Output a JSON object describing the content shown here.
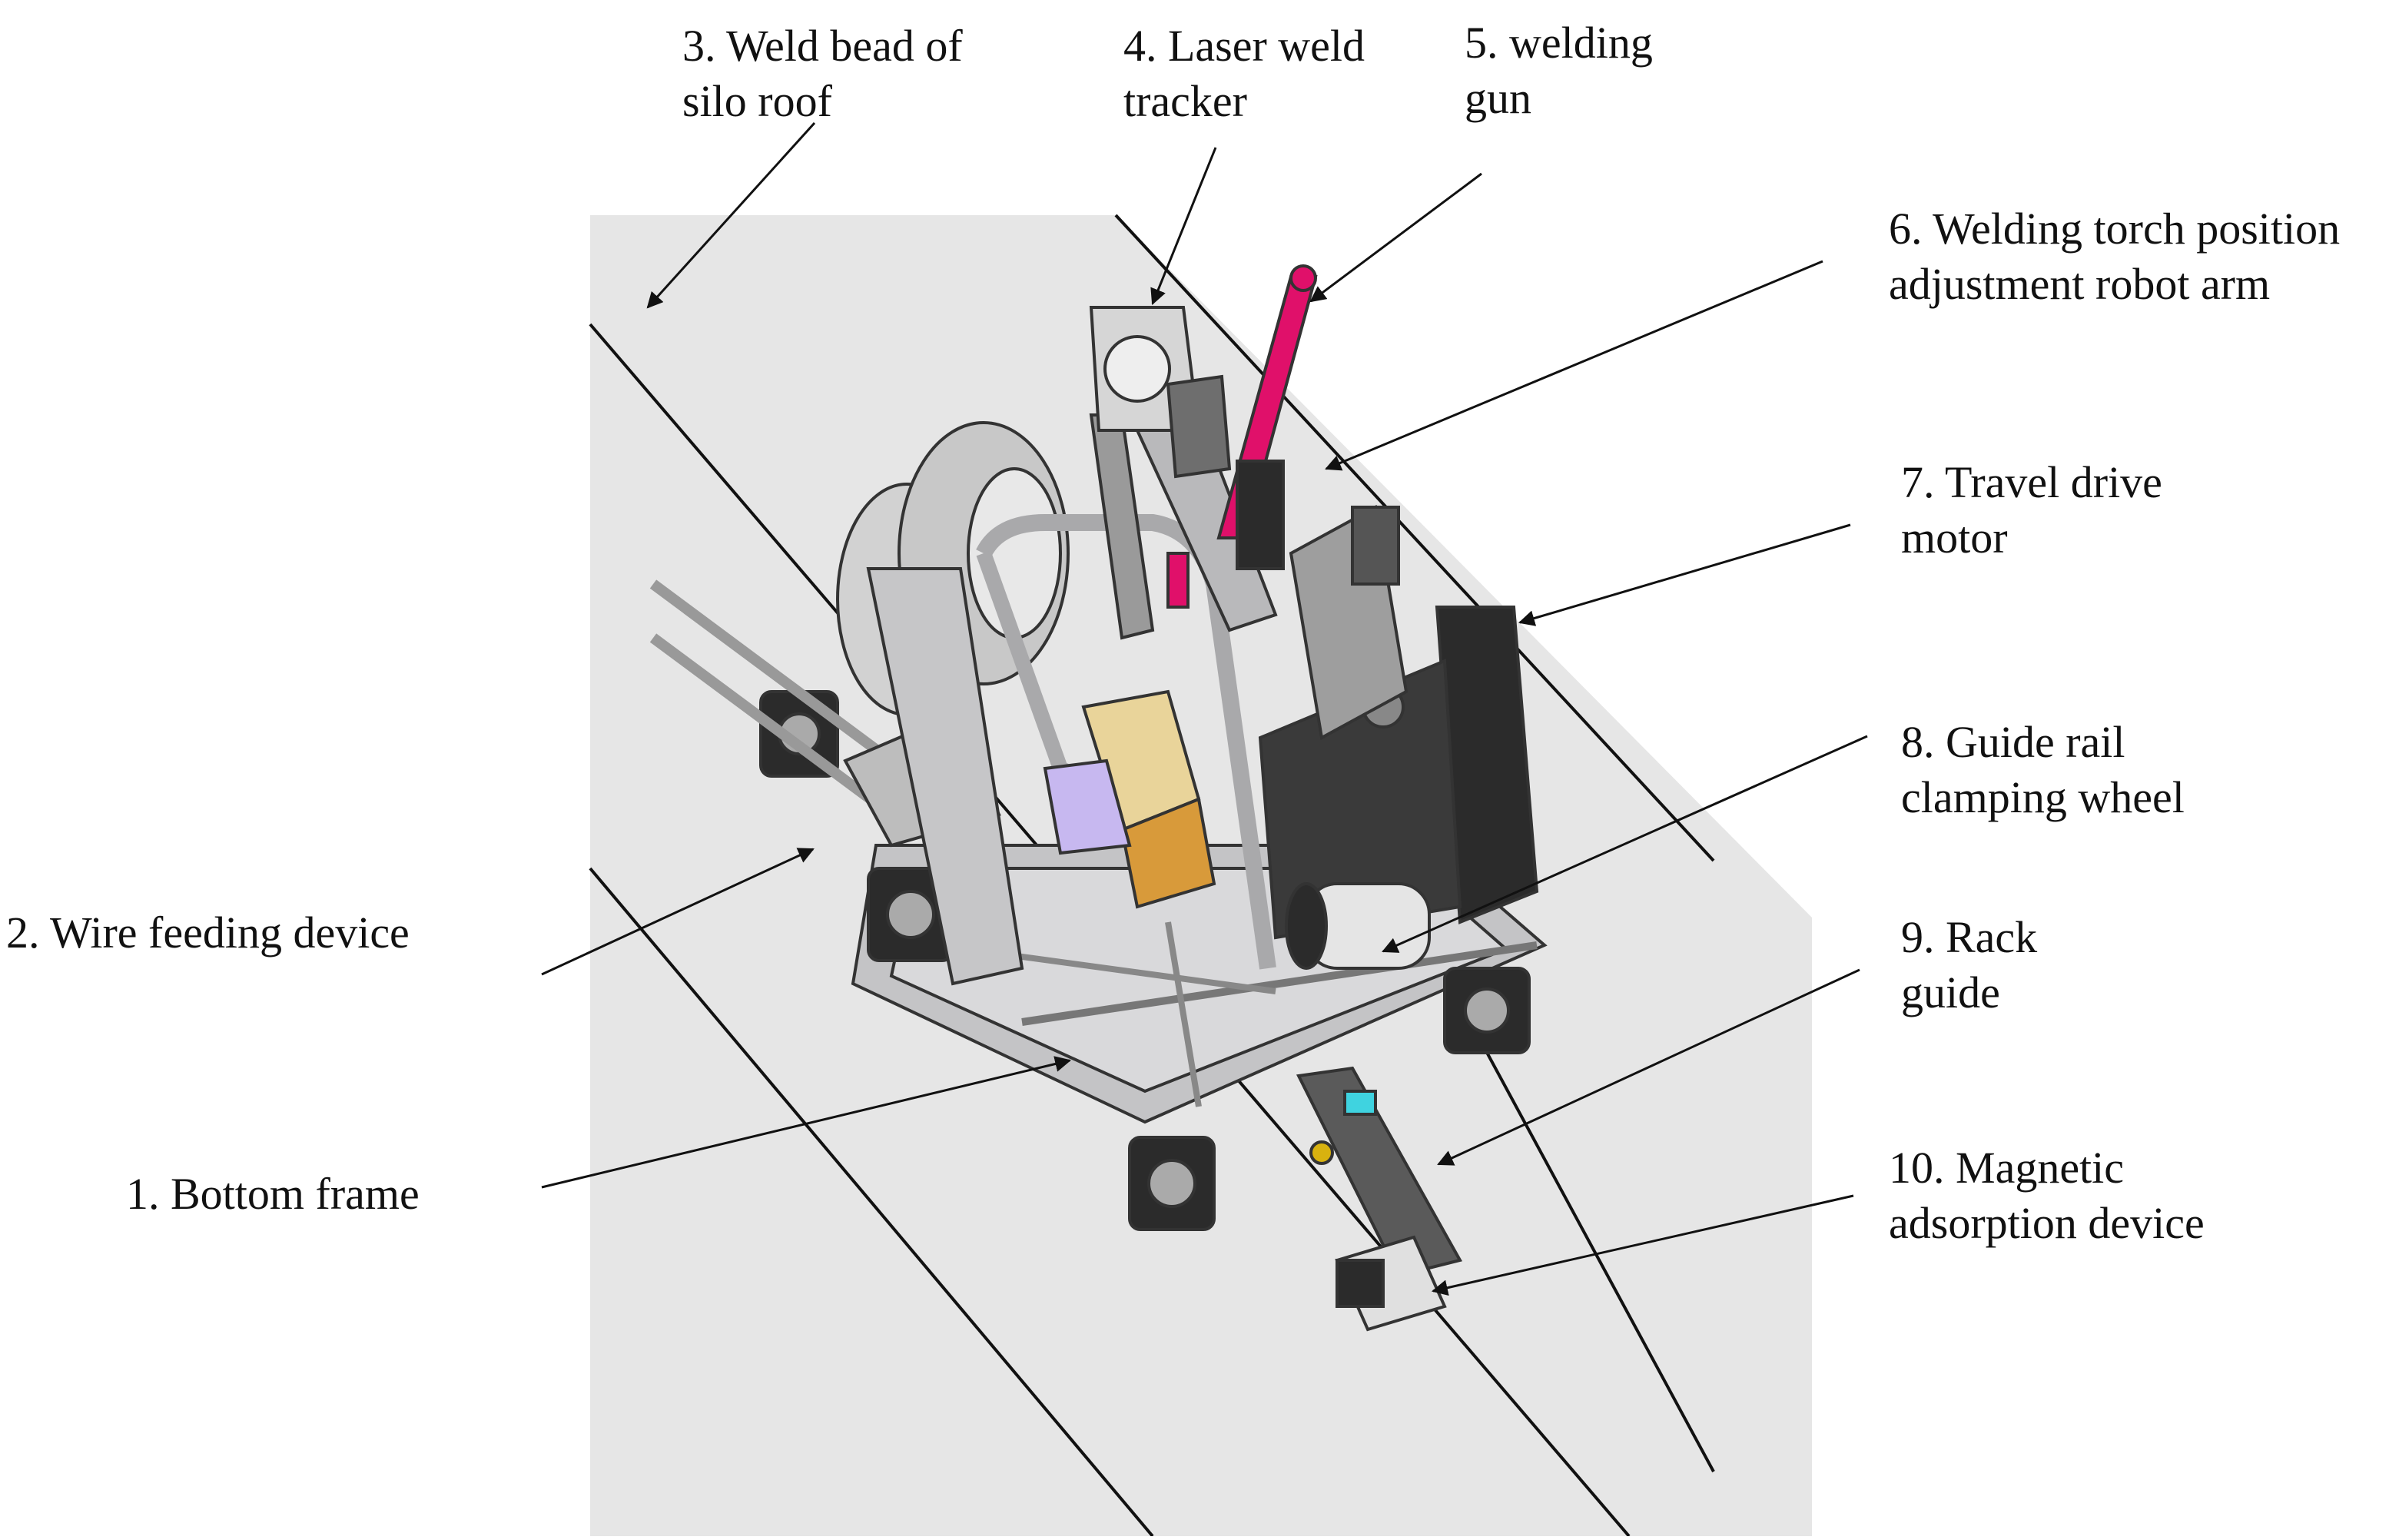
{
  "figure": {
    "labels": [
      {
        "id": "label-1",
        "lines": [
          "1. Bottom frame"
        ]
      },
      {
        "id": "label-2",
        "lines": [
          "2. Wire feeding device"
        ]
      },
      {
        "id": "label-3",
        "lines": [
          "3. Weld bead of",
          "silo roof"
        ]
      },
      {
        "id": "label-4",
        "lines": [
          "4. Laser weld",
          "tracker"
        ]
      },
      {
        "id": "label-5",
        "lines": [
          "5. welding",
          "gun"
        ]
      },
      {
        "id": "label-6",
        "lines": [
          "6. Welding torch position",
          "adjustment robot arm"
        ]
      },
      {
        "id": "label-7",
        "lines": [
          "7. Travel drive",
          "motor"
        ]
      },
      {
        "id": "label-8",
        "lines": [
          "8. Guide rail",
          "clamping wheel"
        ]
      },
      {
        "id": "label-9",
        "lines": [
          "9. Rack",
          "guide"
        ]
      },
      {
        "id": "label-10",
        "lines": [
          "10. Magnetic",
          "adsorption device"
        ]
      }
    ],
    "colors": {
      "roof_panel": "#e6e6e6",
      "outline": "#111111",
      "machine_metal": "#b9b9bb",
      "machine_dark": "#2b2b2b",
      "welding_gun": "#e0106a",
      "controller_box": "#e9d49a",
      "wire_spool": "#d2d2d2",
      "cyan_part": "#3fd3e0",
      "lilac_part": "#c7b8f0"
    }
  }
}
